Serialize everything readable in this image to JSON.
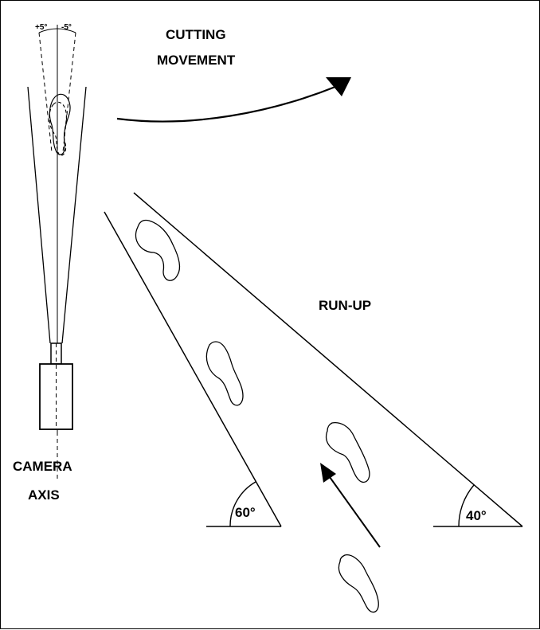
{
  "labels": {
    "angle_plus": "+5°",
    "angle_minus": "-5°",
    "cutting_line1": "CUTTING",
    "cutting_line2": "MOVEMENT",
    "run_up": "RUN-UP",
    "camera_line1": "CAMERA",
    "camera_line2": "AXIS",
    "angle_60": "60°",
    "angle_40": "40°"
  },
  "colors": {
    "ink": "#000000",
    "background": "#ffffff"
  }
}
